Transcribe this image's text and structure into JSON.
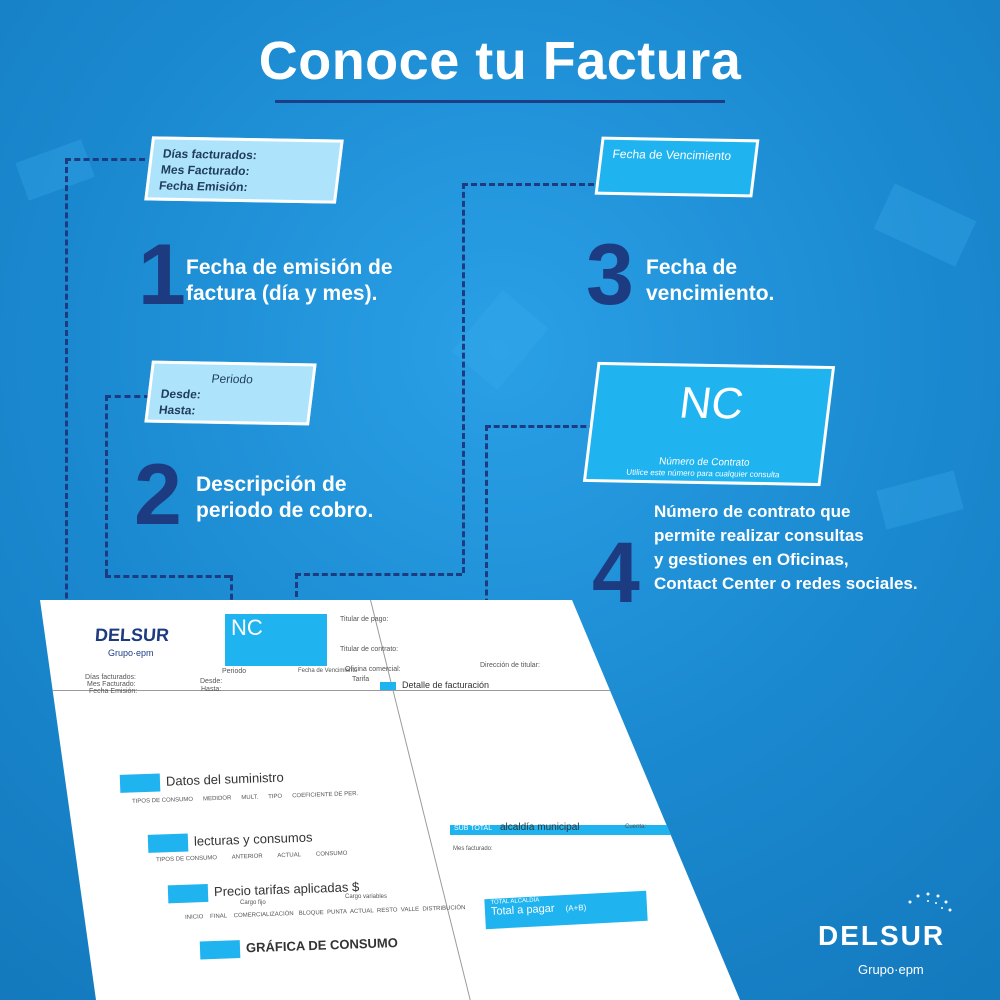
{
  "title": "Conoce tu Factura",
  "cards": {
    "emision": [
      "Días facturados:",
      "Mes Facturado:",
      "Fecha Emisión:"
    ],
    "vencimiento": "Fecha de Vencimiento",
    "periodo": {
      "heading": "Periodo",
      "rows": [
        "Desde:",
        "Hasta:"
      ]
    },
    "contrato": {
      "big": "NC",
      "line1": "Número de Contrato",
      "line2": "Utilice este número para cualquier consulta"
    }
  },
  "steps": [
    {
      "num": "1",
      "text1": "Fecha de emisión de",
      "text2": "factura (día y mes)."
    },
    {
      "num": "2",
      "text1": "Descripción de",
      "text2": "periodo de cobro."
    },
    {
      "num": "3",
      "text1": "Fecha de",
      "text2": "vencimiento."
    },
    {
      "num": "4",
      "lines": [
        "Número de contrato que",
        "permite realizar consultas",
        "y gestiones en Oficinas,",
        "Contact Center o redes sociales."
      ]
    }
  ],
  "invoice": {
    "logo": "DELSUR",
    "logo_sub": "Grupo·epm",
    "nc": "NC",
    "titular_pago": "Titular de pago:",
    "titular_contrato": "Titular de contrato:",
    "oficina": "Oficina comercial:",
    "direccion": "Dirección de titular:",
    "tarifa": "Tarifa",
    "detalle": "Detalle de facturación",
    "dias": "Días facturados:",
    "mes": "Mes Facturado:",
    "fecha_emision": "Fecha Emisión:",
    "periodo": "Periodo",
    "desde": "Desde:",
    "hasta": "Hasta:",
    "fecha_venc": "Fecha de Vencimiento",
    "datos": "Datos del suministro",
    "datos_cols": [
      "TIPOS DE CONSUMO",
      "MEDIDOR",
      "MULT.",
      "TIPO",
      "COEFICIENTE DE PER."
    ],
    "lecturas": "lecturas y consumos",
    "lect_cols": [
      "TIPOS DE CONSUMO",
      "ANTERIOR",
      "ACTUAL",
      "CONSUMO"
    ],
    "precio": "Precio tarifas aplicadas $",
    "cargo_fijo": "Cargo fijo",
    "cargo_var": "Cargo variables",
    "precio_cols": [
      "INICIO",
      "FINAL",
      "COMERCIALIZACIÓN",
      "BLOQUE",
      "PUNTA",
      "ACTUAL",
      "RESTO",
      "VALLE",
      "DISTRIBUCIÓN"
    ],
    "grafica": "GRÁFICA DE CONSUMO",
    "subtotal": "SUB TOTAL",
    "alcaldia": "alcaldía municipal",
    "cuenta": "Cuenta:",
    "mes_fact": "Mes facturado:",
    "total_alc": "TOTAL ALCALDÍA",
    "total": "Total a pagar",
    "total_suffix": "(A+B)"
  },
  "brand": {
    "name": "DELSUR",
    "sub": "Grupo·epm"
  },
  "colors": {
    "background": "#1d8fd6",
    "navy": "#1d3b80",
    "cyan": "#1fb3ef",
    "card": "#aee4fb"
  }
}
